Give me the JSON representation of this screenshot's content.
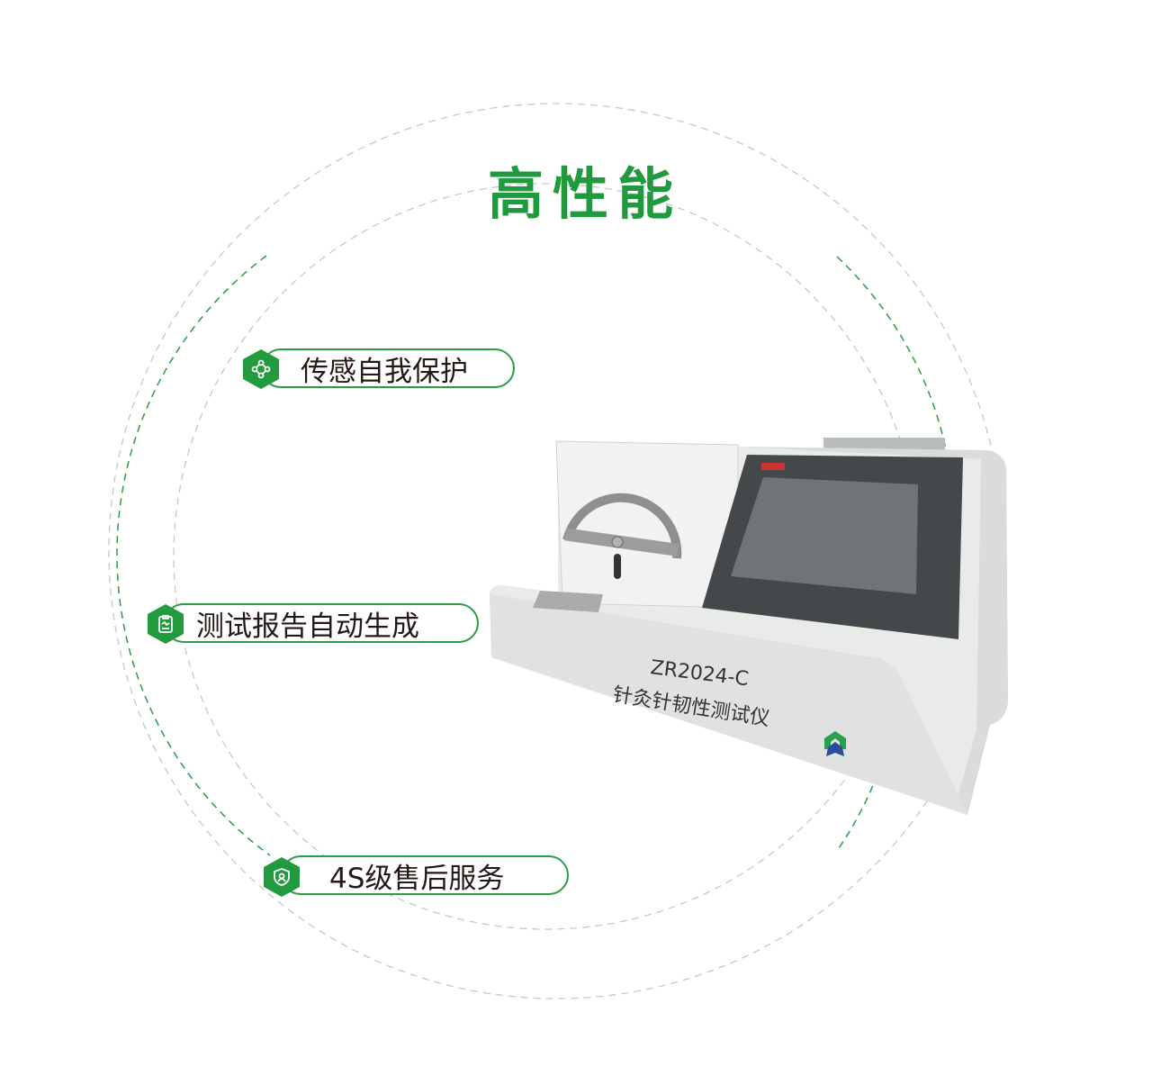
{
  "title": "高性能",
  "features": [
    {
      "label": "传感自我保护",
      "icon": "nodes-icon"
    },
    {
      "label": "测试报告自动生成",
      "icon": "report-icon"
    },
    {
      "label": "4S级售后服务",
      "icon": "shield-user-icon"
    }
  ],
  "device": {
    "model": "ZR2024-C",
    "name": "针灸针韧性测试仪"
  },
  "colors": {
    "accent": "#229a3f",
    "text": "#231815"
  }
}
